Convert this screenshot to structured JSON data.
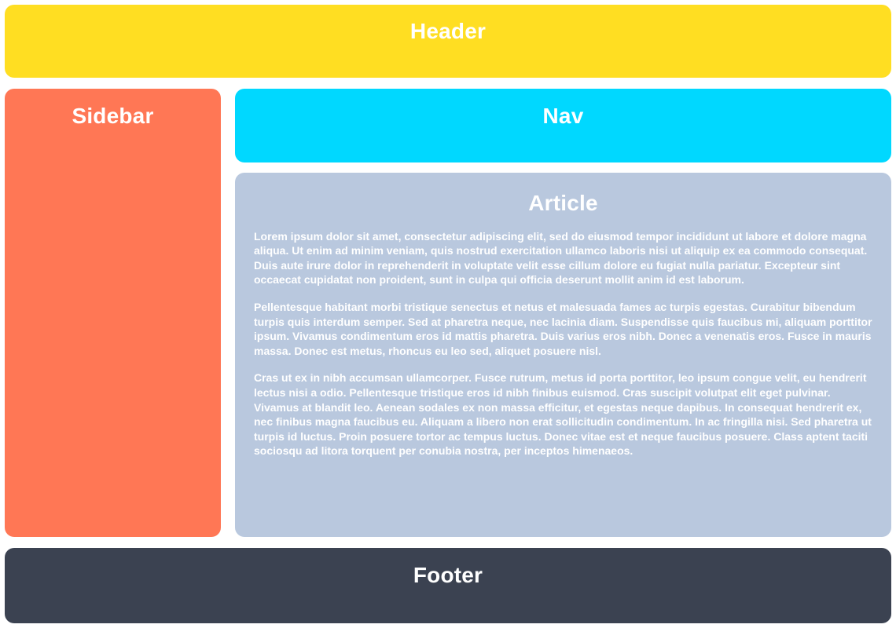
{
  "layout": {
    "regions": [
      "header",
      "sidebar",
      "nav",
      "article",
      "footer"
    ]
  },
  "colors": {
    "header_bg": "#FFDE22",
    "sidebar_bg": "#FF7755",
    "nav_bg": "#00D8FF",
    "article_bg": "#B9C8DE",
    "footer_bg": "#3B4251",
    "text": "#FFFFFF",
    "page_bg": "#FFFFFF"
  },
  "header": {
    "title": "Header"
  },
  "sidebar": {
    "title": "Sidebar"
  },
  "nav": {
    "title": "Nav"
  },
  "article": {
    "title": "Article",
    "paragraphs": [
      "Lorem ipsum dolor sit amet, consectetur adipiscing elit, sed do eiusmod tempor incididunt ut labore et dolore magna aliqua. Ut enim ad minim veniam, quis nostrud exercitation ullamco laboris nisi ut aliquip ex ea commodo consequat. Duis aute irure dolor in reprehenderit in voluptate velit esse cillum dolore eu fugiat nulla pariatur. Excepteur sint occaecat cupidatat non proident, sunt in culpa qui officia deserunt mollit anim id est laborum.",
      "Pellentesque habitant morbi tristique senectus et netus et malesuada fames ac turpis egestas. Curabitur bibendum turpis quis interdum semper. Sed at pharetra neque, nec lacinia diam. Suspendisse quis faucibus mi, aliquam porttitor ipsum. Vivamus condimentum eros id mattis pharetra. Duis varius eros nibh. Donec a venenatis eros. Fusce in mauris massa. Donec est metus, rhoncus eu leo sed, aliquet posuere nisl.",
      "Cras ut ex in nibh accumsan ullamcorper. Fusce rutrum, metus id porta porttitor, leo ipsum congue velit, eu hendrerit lectus nisi a odio. Pellentesque tristique eros id nibh finibus euismod. Cras suscipit volutpat elit eget pulvinar. Vivamus at blandit leo. Aenean sodales ex non massa efficitur, et egestas neque dapibus. In consequat hendrerit ex, nec finibus magna faucibus eu. Aliquam a libero non erat sollicitudin condimentum. In ac fringilla nisi. Sed pharetra ut turpis id luctus. Proin posuere tortor ac tempus luctus. Donec vitae est et neque faucibus posuere. Class aptent taciti sociosqu ad litora torquent per conubia nostra, per inceptos himenaeos."
    ]
  },
  "footer": {
    "title": "Footer"
  }
}
